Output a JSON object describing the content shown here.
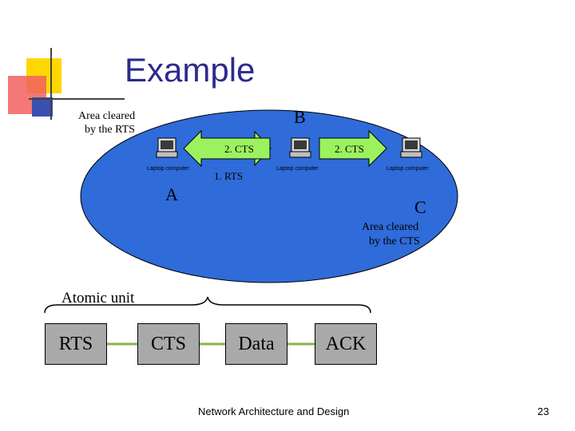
{
  "slide": {
    "title": "Example",
    "footer": "Network Architecture and Design",
    "page_number": "23"
  },
  "diagram": {
    "node_labels": {
      "a": "A",
      "b": "B",
      "c": "C"
    },
    "area_rts": {
      "line1": "Area cleared",
      "line2": "by the RTS"
    },
    "area_cts": {
      "line1": "Area cleared",
      "line2": "by the CTS"
    },
    "arrows": {
      "rts": "1. RTS",
      "cts_left": "2. CTS",
      "cts_right": "2. CTS"
    },
    "laptop_caption": "Laptop computer",
    "atomic_unit_label": "Atomic unit",
    "sequence": [
      "RTS",
      "CTS",
      "Data",
      "ACK"
    ]
  },
  "colors": {
    "title": "#2b2b8c",
    "ellipse_fill": "#2f6bd9",
    "arrow_fill": "#9cf25e",
    "sequence_arrow": "#8ab34a",
    "box_fill": "#a9a9a9",
    "accent_yellow": "#ffd700",
    "accent_red": "#f26060",
    "accent_blue": "#3a4fb0"
  }
}
